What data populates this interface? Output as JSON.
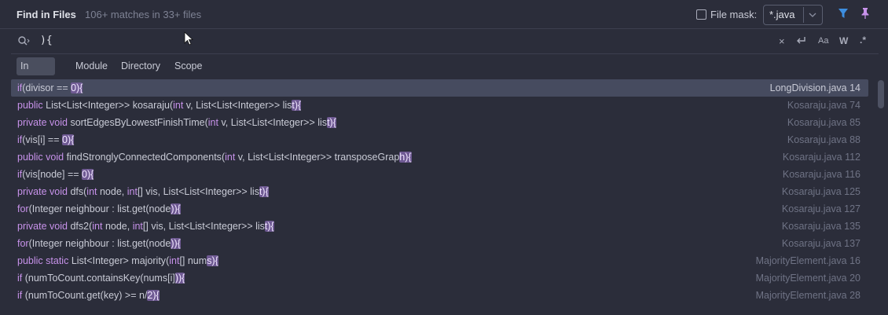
{
  "header": {
    "title": "Find in Files",
    "summary": "106+ matches in 33+ files",
    "file_mask_label": "File mask:",
    "file_mask_value": "*.java",
    "file_mask_checked": false
  },
  "search": {
    "query": "){",
    "clear_icon": "×"
  },
  "toolbar": {
    "match_case_label": "Aa",
    "words_label": "W",
    "regex_label": ".*"
  },
  "scopes": [
    "In Project",
    "Module",
    "Directory",
    "Scope"
  ],
  "results": [
    {
      "code": "if(divisor == 0)",
      "file": "LongDivision.java 14"
    },
    {
      "code": "public List<List<Integer>> kosaraju(int v, List<List<Integer>> list)",
      "file": "Kosaraju.java 74"
    },
    {
      "code": "private void sortEdgesByLowestFinishTime(int v, List<List<Integer>> list)",
      "file": "Kosaraju.java 85"
    },
    {
      "code": "if(vis[i] == 0)",
      "file": "Kosaraju.java 88"
    },
    {
      "code": "public void findStronglyConnectedComponents(int v, List<List<Integer>> transposeGraph)",
      "file": "Kosaraju.java 112"
    },
    {
      "code": "if(vis[node] == 0)",
      "file": "Kosaraju.java 116"
    },
    {
      "code": "private void dfs(int node, int[] vis, List<List<Integer>> list)",
      "file": "Kosaraju.java 125"
    },
    {
      "code": "for(Integer neighbour : list.get(node))",
      "file": "Kosaraju.java 127"
    },
    {
      "code": "private void dfs2(int node, int[] vis, List<List<Integer>> list)",
      "file": "Kosaraju.java 135"
    },
    {
      "code": "for(Integer neighbour : list.get(node))",
      "file": "Kosaraju.java 137"
    },
    {
      "code": "public static List<Integer> majority(int[] nums)",
      "file": "MajorityElement.java 16"
    },
    {
      "code": "if (numToCount.containsKey(nums[i]))",
      "file": "MajorityElement.java 20"
    },
    {
      "code": "if (numToCount.get(key) >= n/2)",
      "file": "MajorityElement.java 28"
    }
  ],
  "selected_index": 0,
  "colors": {
    "background": "#2b2d3a",
    "selection": "#464b5f",
    "match_highlight": "#6f5a93",
    "keyword": "#c792ea",
    "accent": "#3d8ee0"
  }
}
